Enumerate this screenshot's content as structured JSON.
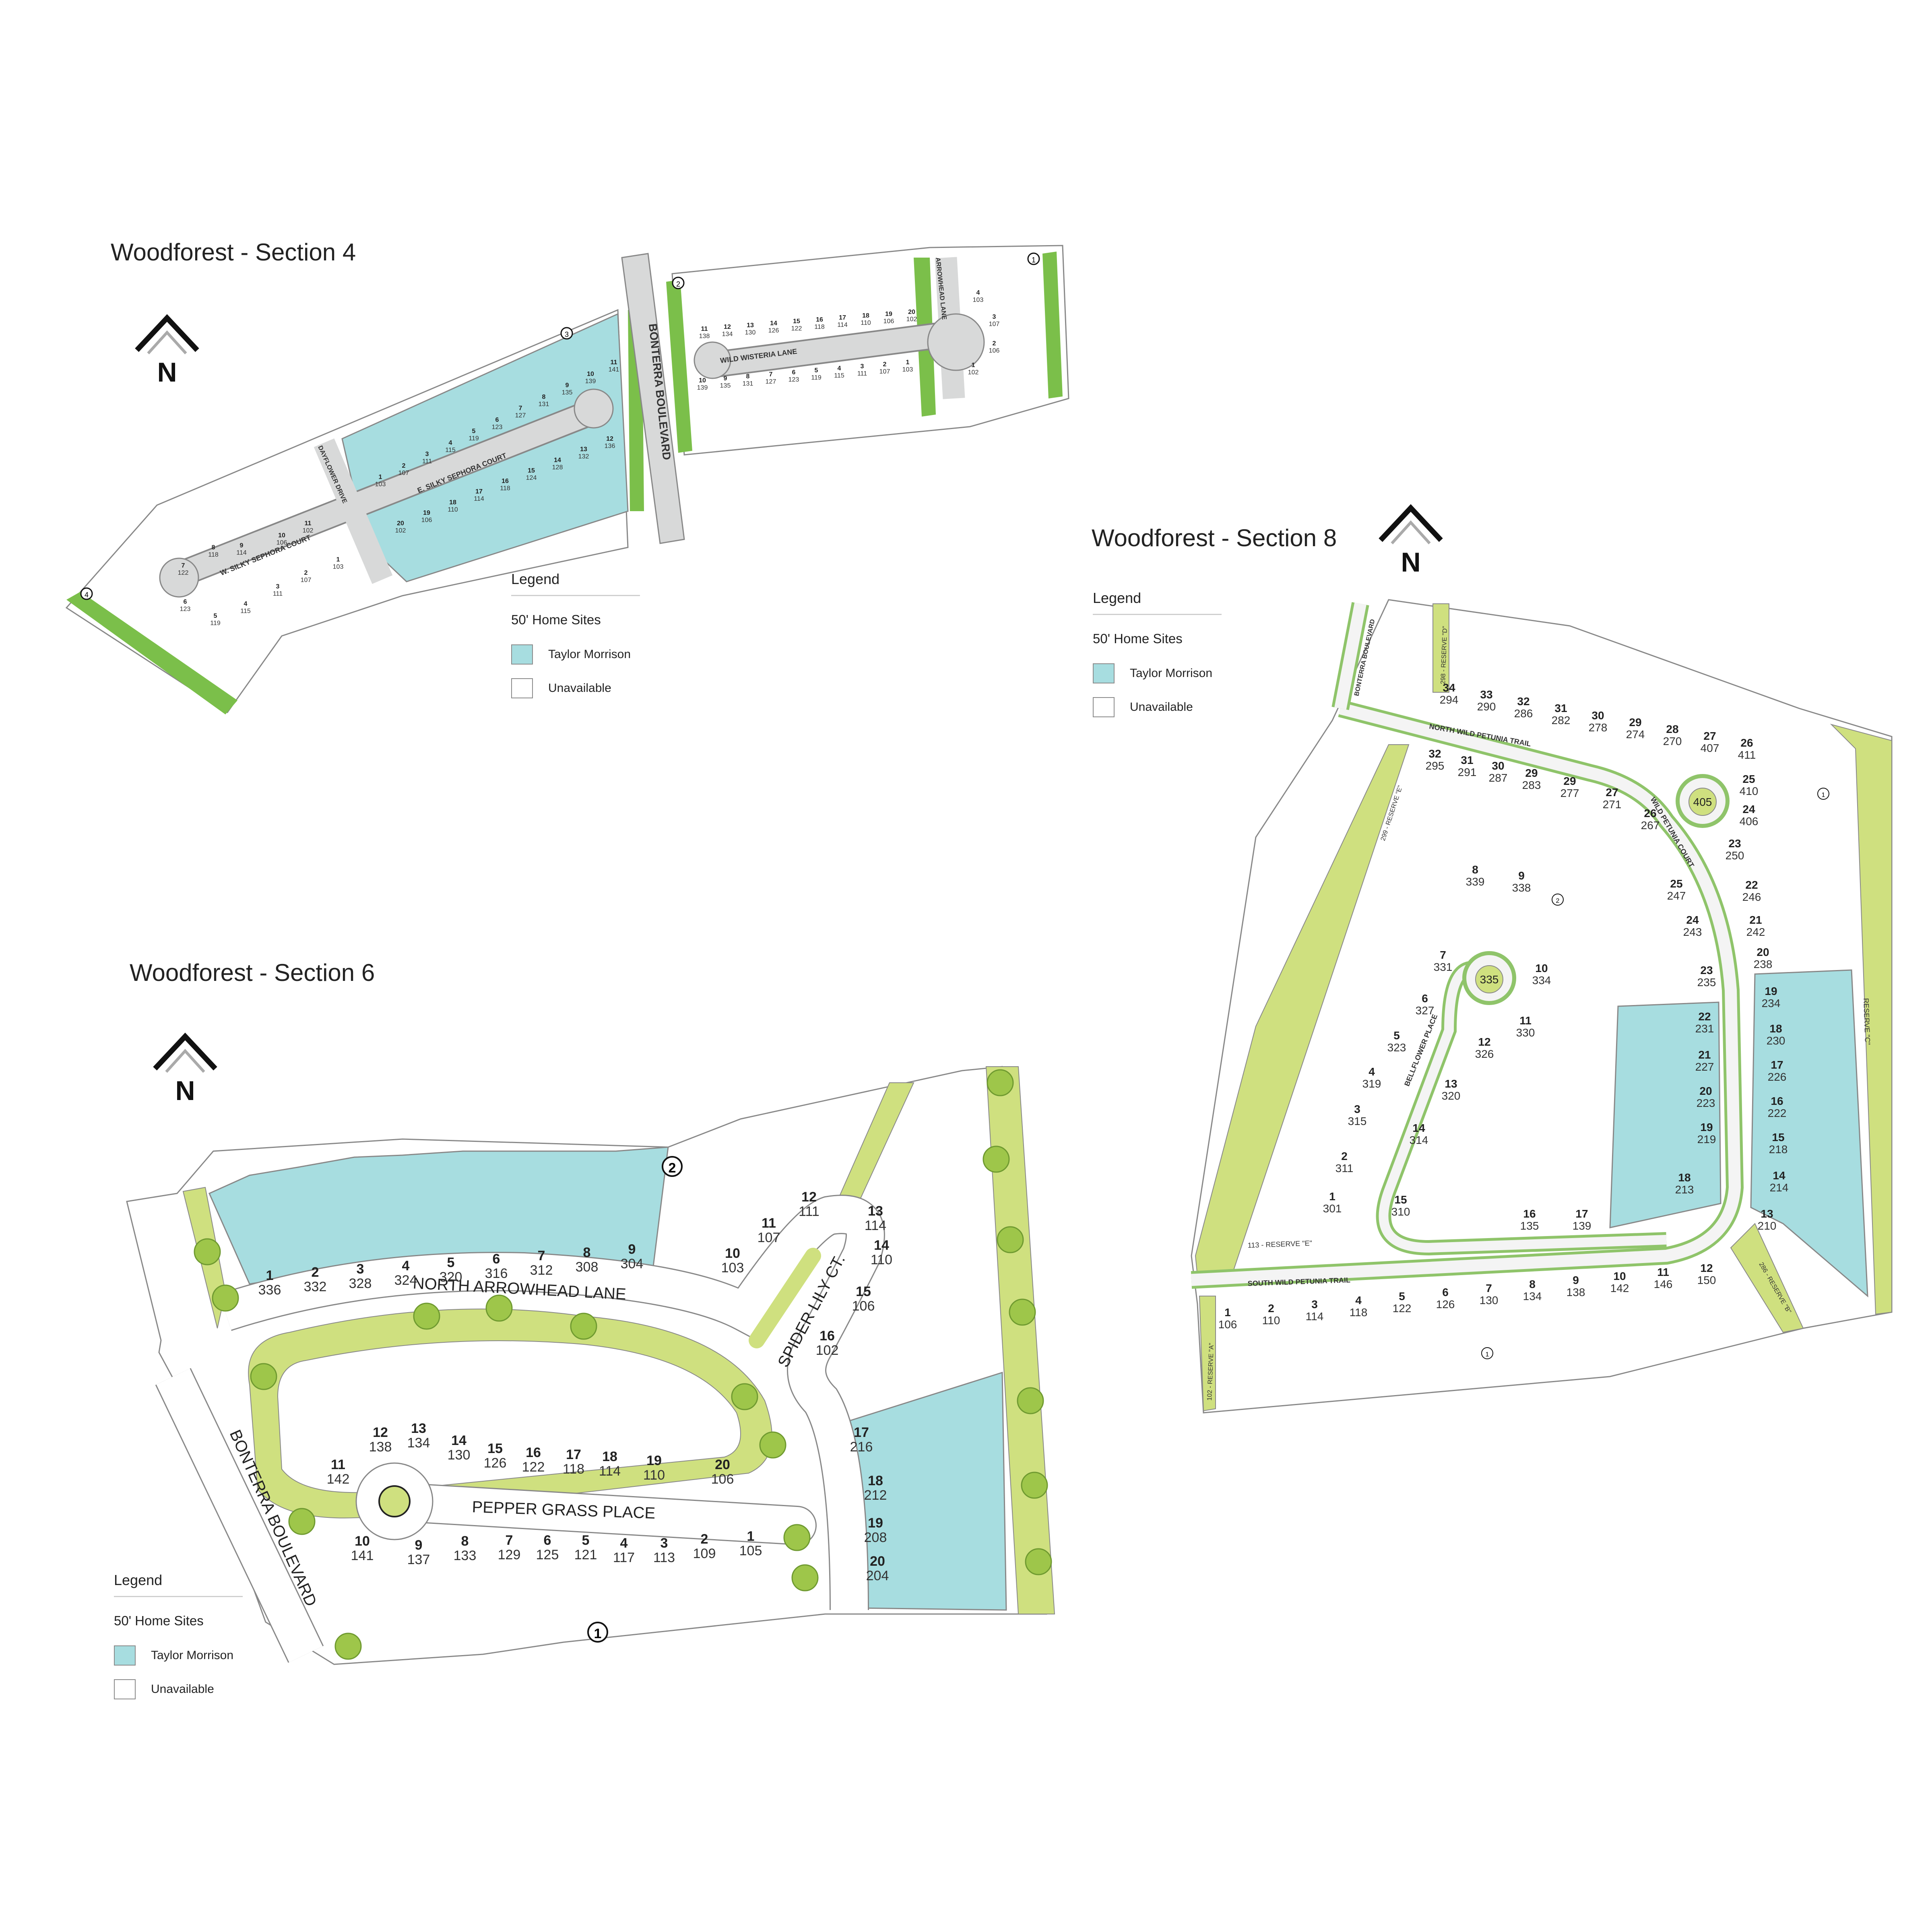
{
  "colors": {
    "taylor_morrison": "#a7dde0",
    "unavailable": "#ffffff",
    "reserve": "#cfe07f",
    "road": "#d8d9d9",
    "tree": "#7bbf4a"
  },
  "section4": {
    "title": "Woodforest - Section 4",
    "north": "N",
    "legend": {
      "title": "Legend",
      "subtitle": "50' Home Sites",
      "item1": "Taylor Morrison",
      "item2": "Unavailable"
    },
    "streets": [
      "BONTERRA BOULEVARD",
      "WILD WISTERIA LANE",
      "ARROWHEAD LANE",
      "E. SILKY SEPHORA COURT",
      "W. SILKY SEPHORA COURT",
      "DAYFLOWER DRIVE"
    ],
    "callouts": [
      "1",
      "2",
      "3",
      "4"
    ],
    "lots_wisteria_north": [
      [
        "11",
        "138"
      ],
      [
        "12",
        "134"
      ],
      [
        "13",
        "130"
      ],
      [
        "14",
        "126"
      ],
      [
        "15",
        "122"
      ],
      [
        "16",
        "118"
      ],
      [
        "17",
        "114"
      ],
      [
        "18",
        "110"
      ],
      [
        "19",
        "106"
      ],
      [
        "20",
        "102"
      ]
    ],
    "lots_wisteria_south": [
      [
        "10",
        "139"
      ],
      [
        "9",
        "135"
      ],
      [
        "8",
        "131"
      ],
      [
        "7",
        "127"
      ],
      [
        "6",
        "123"
      ],
      [
        "5",
        "119"
      ],
      [
        "4",
        "115"
      ],
      [
        "3",
        "111"
      ],
      [
        "2",
        "107"
      ],
      [
        "1",
        "103"
      ]
    ],
    "lots_arrowhead": [
      [
        "4",
        "103"
      ],
      [
        "3",
        "107"
      ],
      [
        "2",
        "106"
      ],
      [
        "1",
        "102"
      ]
    ],
    "lots_e_silky_north": [
      [
        "1",
        "103"
      ],
      [
        "2",
        "107"
      ],
      [
        "3",
        "111"
      ],
      [
        "4",
        "115"
      ],
      [
        "5",
        "119"
      ],
      [
        "6",
        "123"
      ],
      [
        "7",
        "127"
      ],
      [
        "8",
        "131"
      ],
      [
        "9",
        "135"
      ],
      [
        "10",
        "139"
      ],
      [
        "11",
        "141"
      ]
    ],
    "lots_e_silky_south": [
      [
        "20",
        "102"
      ],
      [
        "19",
        "106"
      ],
      [
        "18",
        "110"
      ],
      [
        "17",
        "114"
      ],
      [
        "16",
        "118"
      ],
      [
        "15",
        "124"
      ],
      [
        "14",
        "128"
      ],
      [
        "13",
        "132"
      ],
      [
        "12",
        "136"
      ]
    ],
    "lots_w_silky": [
      [
        "11",
        "102"
      ],
      [
        "10",
        "106"
      ],
      [
        "9",
        "114"
      ],
      [
        "8",
        "118"
      ],
      [
        "7",
        "122"
      ],
      [
        "6",
        "123"
      ],
      [
        "5",
        "119"
      ],
      [
        "4",
        "115"
      ],
      [
        "3",
        "111"
      ],
      [
        "2",
        "107"
      ],
      [
        "1",
        "103"
      ]
    ]
  },
  "section8": {
    "title": "Woodforest - Section 8",
    "north": "N",
    "legend": {
      "title": "Legend",
      "subtitle": "50' Home Sites",
      "item1": "Taylor Morrison",
      "item2": "Unavailable"
    },
    "streets": [
      "NORTH WILD PETUNIA TRAIL",
      "SOUTH WILD PETUNIA TRAIL",
      "WILD PETUNIA COURT",
      "BELLFLOWER PLACE",
      "BONTERRA BOULEVARD"
    ],
    "reserves": [
      "298 - RESERVE \"D\"",
      "299 - RESERVE \"E\"",
      "113 - RESERVE \"E\"",
      "102 - RESERVE \"A\"",
      "286 - RESERVE \"B\"",
      "RESERVE \"C\""
    ],
    "badges": [
      "405",
      "335"
    ],
    "callouts": [
      "1",
      "2",
      "1"
    ],
    "lots_north_row": [
      [
        "34",
        "294"
      ],
      [
        "33",
        "290"
      ],
      [
        "32",
        "286"
      ],
      [
        "31",
        "282"
      ],
      [
        "30",
        "278"
      ],
      [
        "29",
        "274"
      ],
      [
        "28",
        "270"
      ],
      [
        "27",
        "407"
      ],
      [
        "26",
        "411"
      ]
    ],
    "lots_inner_north": [
      [
        "32",
        "295"
      ],
      [
        "31",
        "291"
      ],
      [
        "30",
        "287"
      ],
      [
        "29",
        "283"
      ],
      [
        "29",
        "277"
      ],
      [
        "27",
        "271"
      ],
      [
        "26",
        "267"
      ],
      [
        "25",
        "247"
      ],
      [
        "24",
        "243"
      ],
      [
        "23",
        "235"
      ]
    ],
    "lots_east_outer": [
      [
        "25",
        "410"
      ],
      [
        "24",
        "406"
      ],
      [
        "23",
        "250"
      ],
      [
        "22",
        "246"
      ],
      [
        "21",
        "242"
      ],
      [
        "20",
        "238"
      ]
    ],
    "lots_east_tm": [
      [
        "19",
        "234"
      ],
      [
        "18",
        "230"
      ],
      [
        "17",
        "226"
      ],
      [
        "16",
        "222"
      ],
      [
        "15",
        "218"
      ],
      [
        "14",
        "214"
      ],
      [
        "13",
        "210"
      ]
    ],
    "lots_inner_tm": [
      [
        "22",
        "231"
      ],
      [
        "21",
        "227"
      ],
      [
        "20",
        "223"
      ],
      [
        "19",
        "219"
      ],
      [
        "18",
        "213"
      ]
    ],
    "lots_bellflower": [
      [
        "8",
        "339"
      ],
      [
        "9",
        "338"
      ],
      [
        "10",
        "334"
      ],
      [
        "11",
        "330"
      ],
      [
        "12",
        "326"
      ],
      [
        "13",
        "320"
      ],
      [
        "14",
        "314"
      ],
      [
        "15",
        "310"
      ],
      [
        "16",
        "135"
      ],
      [
        "17",
        "139"
      ],
      [
        "7",
        "331"
      ],
      [
        "6",
        "327"
      ],
      [
        "5",
        "323"
      ],
      [
        "4",
        "319"
      ],
      [
        "3",
        "315"
      ],
      [
        "2",
        "311"
      ],
      [
        "1",
        "301"
      ]
    ],
    "lots_south_row": [
      [
        "1",
        "106"
      ],
      [
        "2",
        "110"
      ],
      [
        "3",
        "114"
      ],
      [
        "4",
        "118"
      ],
      [
        "5",
        "122"
      ],
      [
        "6",
        "126"
      ],
      [
        "7",
        "130"
      ],
      [
        "8",
        "134"
      ],
      [
        "9",
        "138"
      ],
      [
        "10",
        "142"
      ],
      [
        "11",
        "146"
      ],
      [
        "12",
        "150"
      ]
    ]
  },
  "section6": {
    "title": "Woodforest - Section 6",
    "north": "N",
    "legend": {
      "title": "Legend",
      "subtitle": "50' Home Sites",
      "item1": "Taylor Morrison",
      "item2": "Unavailable"
    },
    "streets": [
      "NORTH ARROWHEAD LANE",
      "PEPPER GRASS PLACE",
      "SPIDER LILY CT.",
      "BONTERRA BOULEVARD"
    ],
    "callouts": [
      "2",
      "1"
    ],
    "lots_arrowhead_tm": [
      [
        "1",
        "336"
      ],
      [
        "2",
        "332"
      ],
      [
        "3",
        "328"
      ],
      [
        "4",
        "324"
      ],
      [
        "5",
        "320"
      ],
      [
        "6",
        "316"
      ],
      [
        "7",
        "312"
      ],
      [
        "8",
        "308"
      ],
      [
        "9",
        "304"
      ]
    ],
    "lots_spider": [
      [
        "10",
        "103"
      ],
      [
        "11",
        "107"
      ],
      [
        "12",
        "111"
      ],
      [
        "13",
        "114"
      ],
      [
        "14",
        "110"
      ],
      [
        "15",
        "106"
      ],
      [
        "16",
        "102"
      ]
    ],
    "lots_east_tm": [
      [
        "17",
        "216"
      ],
      [
        "18",
        "212"
      ],
      [
        "19",
        "208"
      ],
      [
        "20",
        "204"
      ]
    ],
    "lots_pepper_north": [
      [
        "11",
        "142"
      ],
      [
        "12",
        "138"
      ],
      [
        "13",
        "134"
      ],
      [
        "14",
        "130"
      ],
      [
        "15",
        "126"
      ],
      [
        "16",
        "122"
      ],
      [
        "17",
        "118"
      ],
      [
        "18",
        "114"
      ],
      [
        "19",
        "110"
      ],
      [
        "20",
        "106"
      ]
    ],
    "lots_pepper_south": [
      [
        "10",
        "141"
      ],
      [
        "9",
        "137"
      ],
      [
        "8",
        "133"
      ],
      [
        "7",
        "129"
      ],
      [
        "6",
        "125"
      ],
      [
        "5",
        "121"
      ],
      [
        "4",
        "117"
      ],
      [
        "3",
        "113"
      ],
      [
        "2",
        "109"
      ],
      [
        "1",
        "105"
      ]
    ]
  }
}
